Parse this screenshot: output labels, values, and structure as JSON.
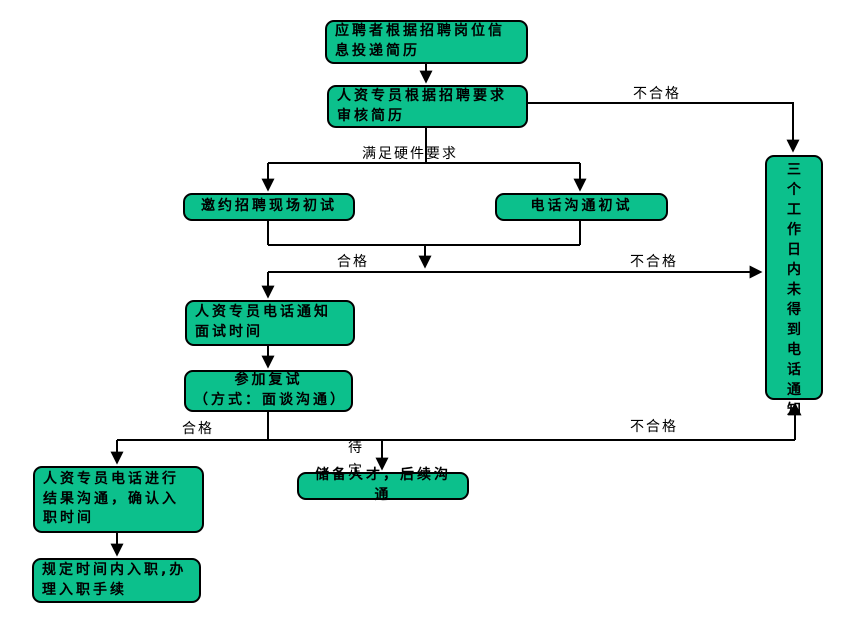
{
  "colors": {
    "node_fill": "#0cc08c",
    "node_border": "#000000",
    "line": "#000000",
    "text": "#000000",
    "background": "#ffffff"
  },
  "nodes": {
    "apply": {
      "label": "应聘者根据招聘岗位信\n息投递简历"
    },
    "review": {
      "label": "人资专员根据招聘要求\n审核简历"
    },
    "onsite_test": {
      "label": "邀约招聘现场初试"
    },
    "phone_test": {
      "label": "电话沟通初试"
    },
    "notify_interview": {
      "label": "人资专员电话通知\n面试时间"
    },
    "second_interview": {
      "label": "参加复试\n（方式：面谈沟通）"
    },
    "result_confirm": {
      "label": "人资专员电话进行\n结果沟通，确认入\n职时间"
    },
    "onboard": {
      "label": "规定时间内入职,办\n理入职手续"
    },
    "reserve": {
      "label": "储备人才，后续沟通"
    },
    "no_notice": {
      "label": "三个工作日内未得到电话通知"
    }
  },
  "edge_labels": {
    "unqualified_top": "不合格",
    "meets_requirements": "满足硬件要求",
    "qualified_mid": "合格",
    "unqualified_mid": "不合格",
    "qualified_bottom": "合格",
    "pending": "待定",
    "unqualified_bottom": "不合格"
  }
}
